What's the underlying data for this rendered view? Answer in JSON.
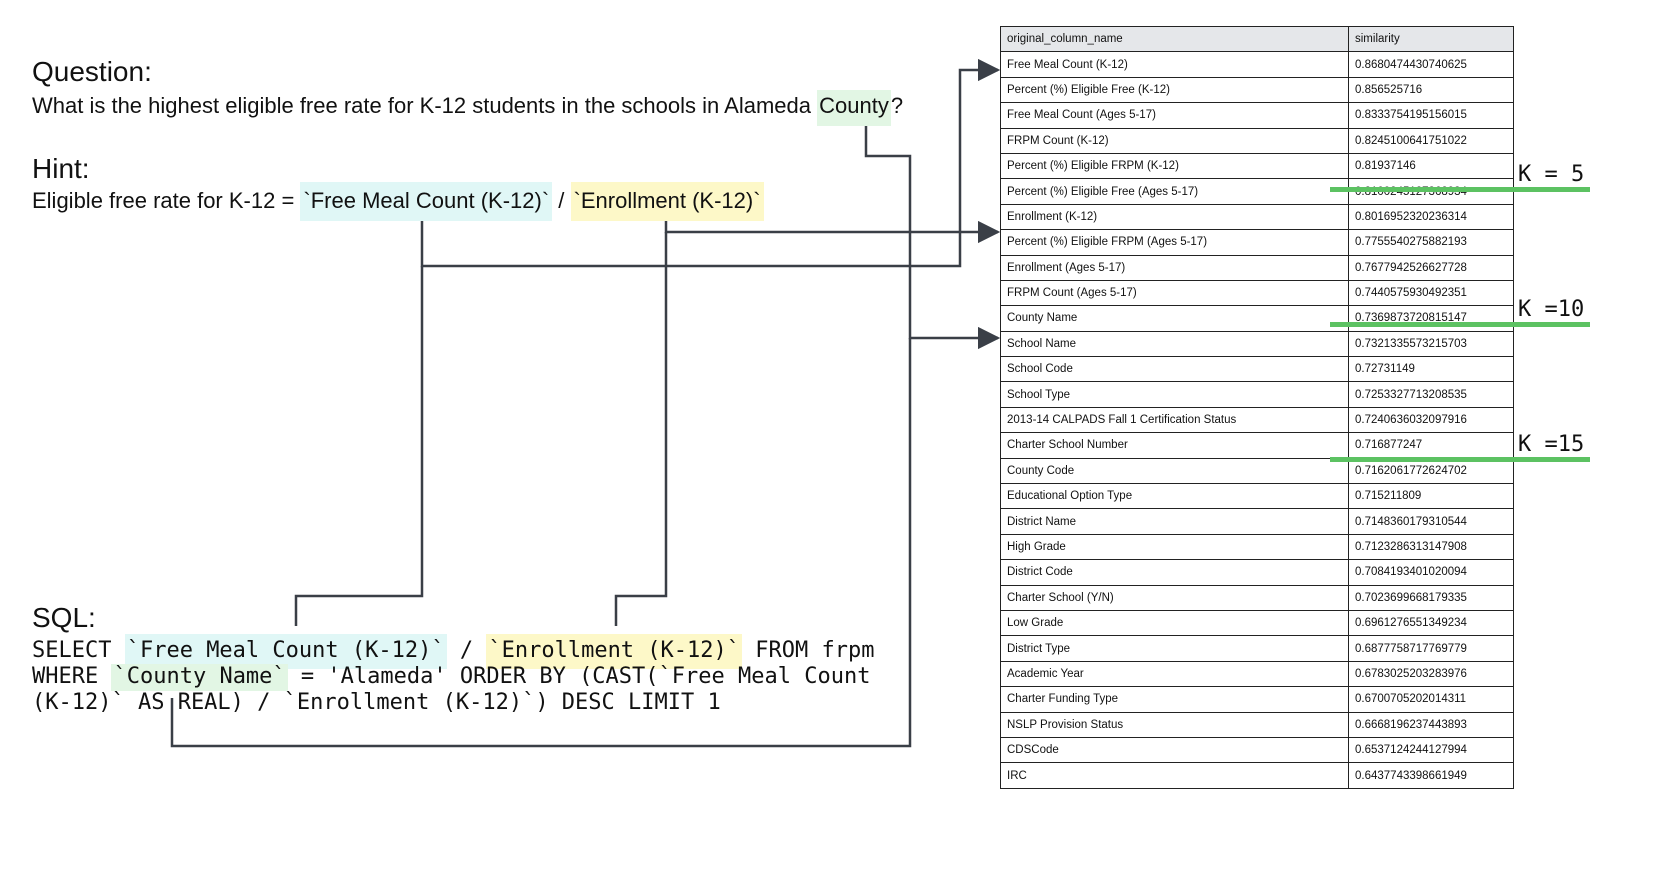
{
  "question": {
    "heading": "Question:",
    "text_before": "What is the highest eligible free rate for K-12 students in the schools in Alameda ",
    "highlight": "County",
    "text_after": "?"
  },
  "hint": {
    "heading": "Hint:",
    "prefix": "Eligible free rate for K-12 = ",
    "term1": "`Free Meal Count (K-12)`",
    "sep": " / ",
    "term2": "`Enrollment (K-12)`"
  },
  "sql": {
    "heading": "SQL:",
    "l1_kw": "SELECT ",
    "l1_t1": "`Free Meal Count (K-12)`",
    "l1_sep": " / ",
    "l1_t2": "`Enrollment (K-12)`",
    "l1_rest": " FROM frpm",
    "l2_kw": "WHERE ",
    "l2_t1": "`County Name`",
    "l2_rest": " = 'Alameda' ORDER BY (CAST(`Free Meal Count",
    "l3": "(K-12)` AS REAL) / `Enrollment (K-12)`) DESC LIMIT 1"
  },
  "table": {
    "headers": [
      "original_column_name",
      "similarity"
    ],
    "rows": [
      [
        "Free Meal Count (K-12)",
        "0.8680474430740625"
      ],
      [
        "Percent (%) Eligible Free (K-12)",
        "0.856525716"
      ],
      [
        "Free Meal Count (Ages 5-17)",
        "0.8333754195156015"
      ],
      [
        "FRPM Count (K-12)",
        "0.8245100641751022"
      ],
      [
        "Percent (%) Eligible FRPM (K-12)",
        "0.81937146"
      ],
      [
        "Percent (%) Eligible Free (Ages 5-17)",
        "0.8100245127368934"
      ],
      [
        "Enrollment (K-12)",
        "0.8016952320236314"
      ],
      [
        "Percent (%) Eligible FRPM (Ages 5-17)",
        "0.7755540275882193"
      ],
      [
        "Enrollment (Ages 5-17)",
        "0.7677942526627728"
      ],
      [
        "FRPM Count (Ages 5-17)",
        "0.7440575930492351"
      ],
      [
        "County Name",
        "0.7369873720815147"
      ],
      [
        "School Name",
        "0.7321335573215703"
      ],
      [
        "School Code",
        "0.72731149"
      ],
      [
        "School Type",
        "0.7253327713208535"
      ],
      [
        "2013-14 CALPADS Fall 1 Certification Status",
        "0.7240636032097916"
      ],
      [
        "Charter School Number",
        "0.716877247"
      ],
      [
        "County Code",
        "0.7162061772624702"
      ],
      [
        "Educational Option Type",
        "0.715211809"
      ],
      [
        "District Name",
        "0.7148360179310544"
      ],
      [
        "High Grade",
        "0.7123286313147908"
      ],
      [
        "District Code",
        "0.7084193401020094"
      ],
      [
        "Charter School (Y/N)",
        "0.7023699668179335"
      ],
      [
        "Low Grade",
        "0.6961276551349234"
      ],
      [
        "District Type",
        "0.6877758717769779"
      ],
      [
        "Academic Year",
        "0.6783025203283976"
      ],
      [
        "Charter Funding Type",
        "0.6700705202014311"
      ],
      [
        "NSLP Provision Status",
        "0.6668196237443893"
      ],
      [
        "CDSCode",
        "0.6537124244127994"
      ],
      [
        "IRC",
        "0.6437743398661949"
      ]
    ]
  },
  "k_labels": {
    "k5": "K = 5",
    "k10": "K =10",
    "k15": "K =15"
  },
  "colors": {
    "arrow": "#3a3f47",
    "k_line": "#5cc262",
    "hl_blue": "#e0f7f6",
    "hl_yellow": "#fdf8c8",
    "hl_green": "#e2f6e4"
  }
}
